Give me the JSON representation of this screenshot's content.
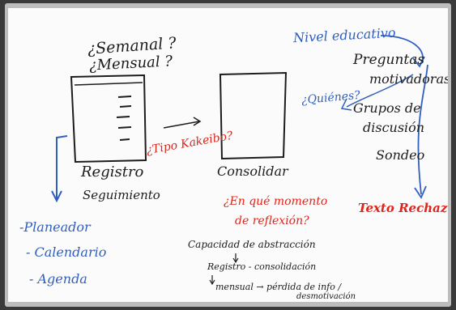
{
  "board": {
    "semanal": "¿Semanal ?",
    "mensual": "¿Mensual ?",
    "registro": "Registro",
    "seguimiento": "Seguimiento",
    "tipo_kakeibo": "¿Tipo Kakeibo?",
    "consolidar": "Consolidar",
    "nivel_educativo": "Nivel educativo",
    "preguntas": "Preguntas",
    "motivadoras": "motivadoras",
    "quienes": "¿Quiénes?",
    "grupos_de": "Grupos de",
    "discusion": "discusión",
    "sondeo": "Sondeo",
    "planeador": "-Planeador",
    "calendario": "- Calendario",
    "agenda": "- Agenda",
    "en_que_momento": "¿En qué momento",
    "de_reflexion": "de reflexión?",
    "capacidad": "Capacidad de abstracción",
    "registro_consolidacion": "Registro - consolidación",
    "mensual_perdida": "mensual → pérdida de info /",
    "desmotivacion": "desmotivación",
    "texto_rechazo": "Texto Rechazo"
  },
  "colors": {
    "ink_black": "#1c1c1c",
    "ink_blue": "#2f5fbf",
    "ink_red": "#e0241b",
    "board": "#fbfbfb",
    "frame": "#bdbdbd"
  }
}
